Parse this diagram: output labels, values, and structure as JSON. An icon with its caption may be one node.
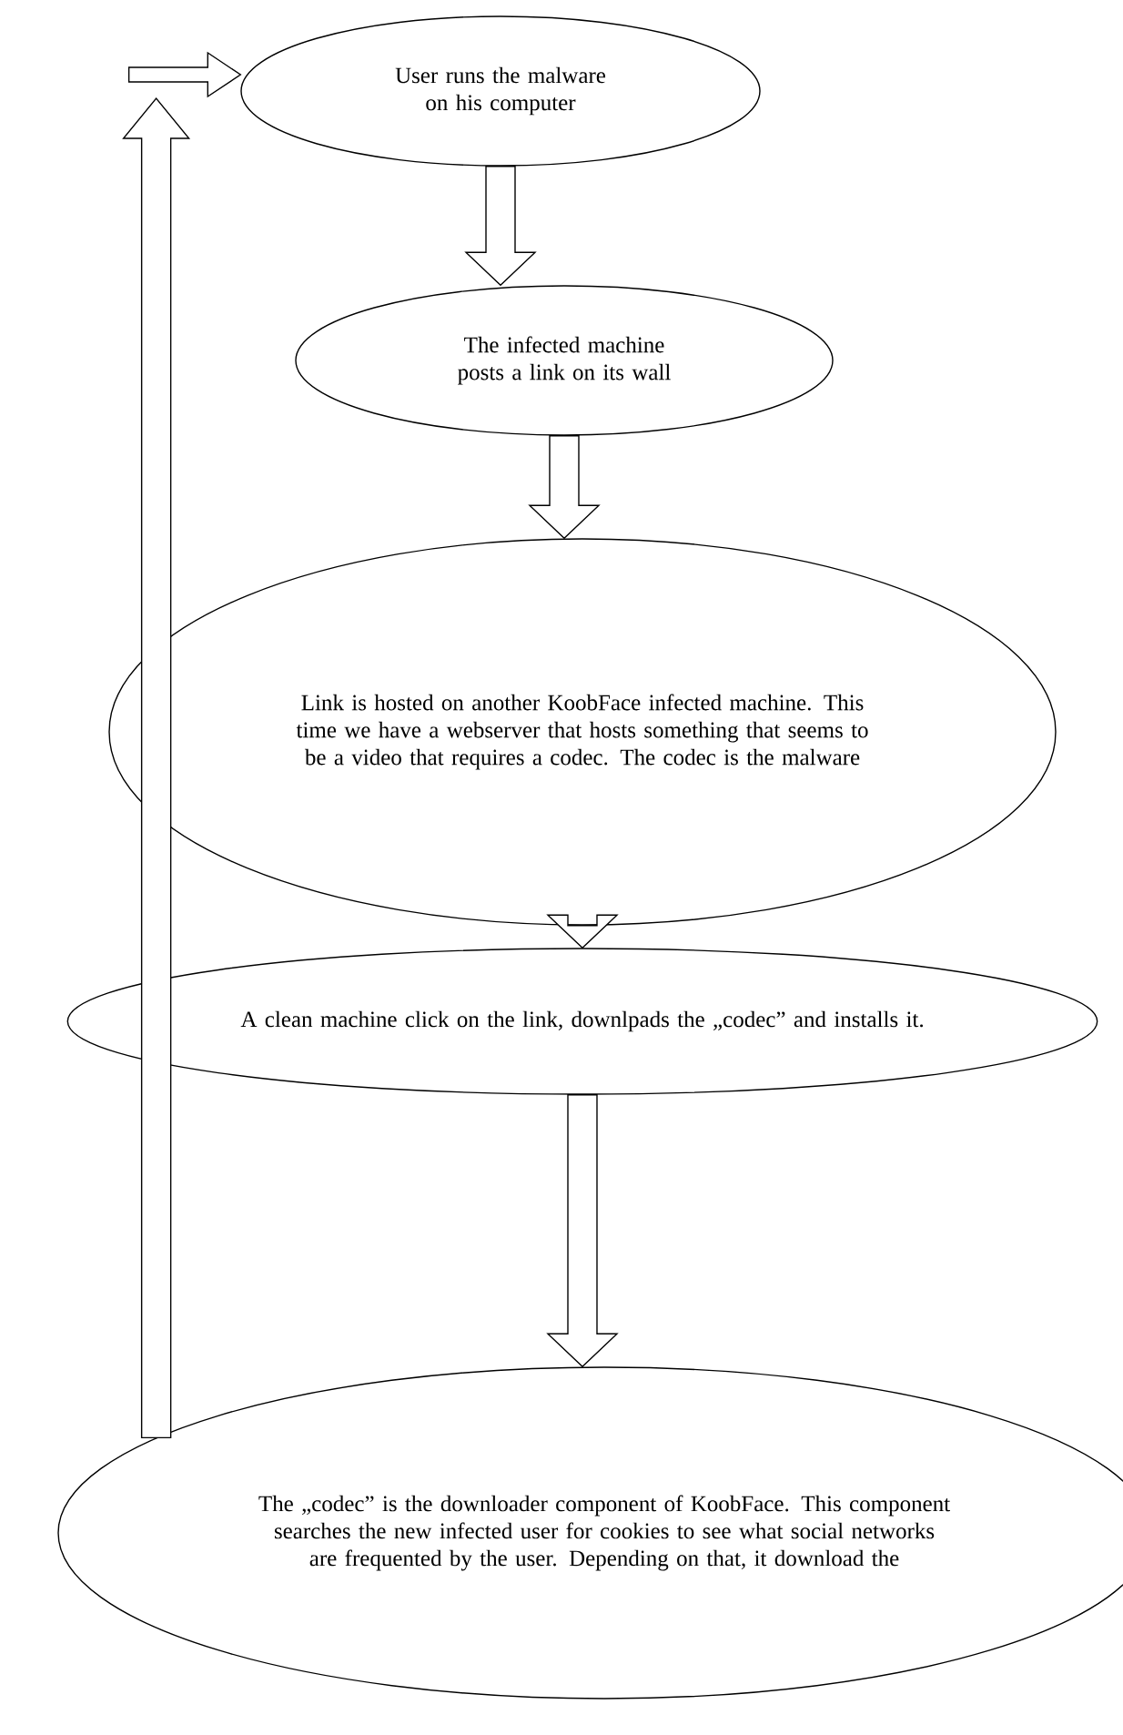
{
  "diagram": {
    "nodes": [
      {
        "text": [
          "User runs the malware on his computer"
        ]
      },
      {
        "text": [
          "The infected machine posts a link on its wall"
        ]
      },
      {
        "text": [
          "Link is hosted on another KoobFace infected machine. This time we have a webserver that hosts something that seems to be a video that requires a codec. The codec is the malware"
        ]
      },
      {
        "text": [
          "A clean machine click on the link, downlpads the „codec” and installs it."
        ]
      },
      {
        "text": [
          "The „codec” is the downloader component of KoobFace. This component searches the new infected user for cookies to see what social networks are frequented by the user. Depending on that, it download the"
        ]
      }
    ],
    "edges": [
      {
        "from": 0,
        "to": 1,
        "arrow": "to"
      },
      {
        "from": 1,
        "to": 2,
        "arrow": "to"
      },
      {
        "from": 2,
        "to": 3,
        "arrow": "to"
      },
      {
        "from": 3,
        "to": 4,
        "arrow": "to"
      },
      {
        "from": 4,
        "to": 0,
        "arrow": "to"
      }
    ]
  }
}
